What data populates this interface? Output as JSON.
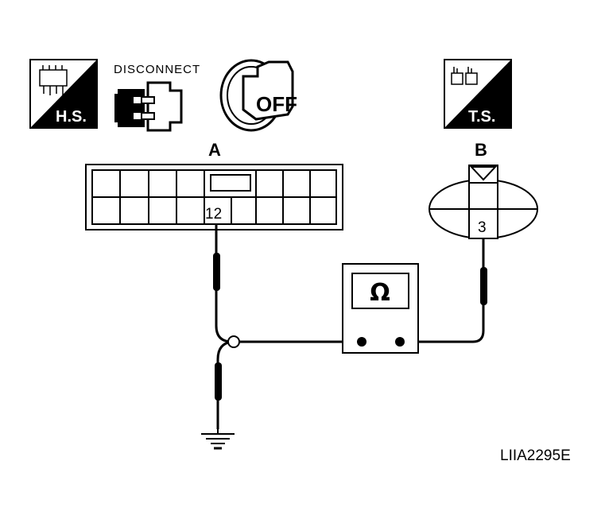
{
  "icons": {
    "harness_side": {
      "text": "H.S."
    },
    "disconnect": {
      "text": "DISCONNECT"
    },
    "ignition": {
      "text": "OFF"
    },
    "terminal_side": {
      "text": "T.S."
    }
  },
  "connector_a": {
    "label": "A",
    "terminal": "12"
  },
  "connector_b": {
    "label": "B",
    "terminal": "3"
  },
  "meter": {
    "symbol": "Ω"
  },
  "figure_code": "LIIA2295E"
}
